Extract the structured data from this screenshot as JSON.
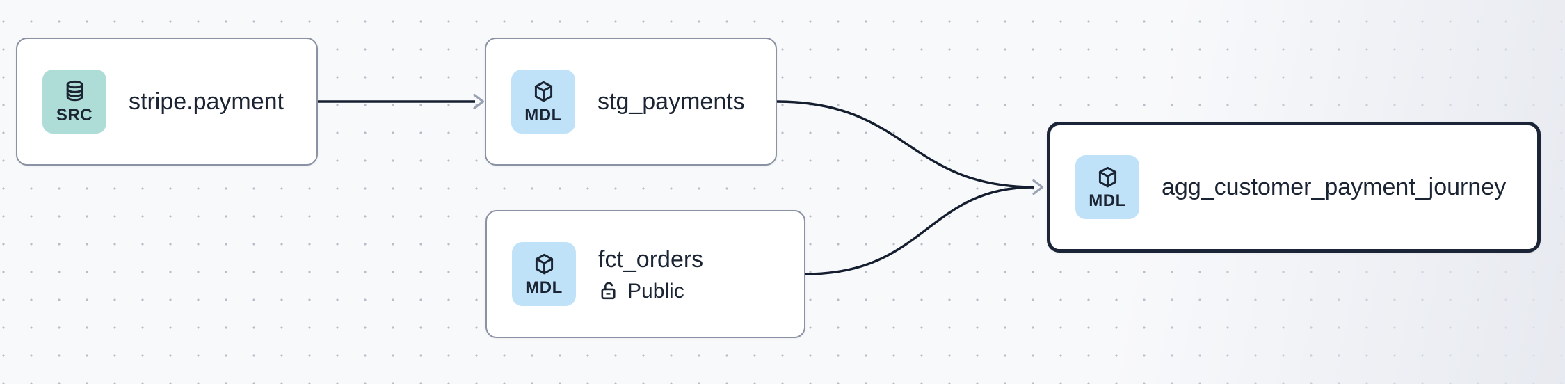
{
  "diagram": {
    "background_color": "#f8f9fb",
    "dot_color": "#b8bdc8",
    "edge_color": "#141e2f",
    "arrowhead_color": "#99a2b2",
    "node_border_color": "#8a92a3",
    "selected_node_border_color": "#1b2537",
    "text_color": "#1b2433",
    "badge_colors": {
      "SRC": "#aedcd7",
      "MDL": "#bfe2f8"
    }
  },
  "nodes": [
    {
      "label": "stripe.payment",
      "badge": "SRC",
      "type": "source",
      "icon": "database-icon",
      "selected": false
    },
    {
      "label": "stg_payments",
      "badge": "MDL",
      "type": "model",
      "icon": "cube-icon",
      "selected": false
    },
    {
      "label": "fct_orders",
      "badge": "MDL",
      "type": "model",
      "icon": "cube-icon",
      "access": "Public",
      "selected": false
    },
    {
      "label": "agg_customer_payment_journey",
      "badge": "MDL",
      "type": "model",
      "icon": "cube-icon",
      "selected": true
    }
  ],
  "edges": [
    {
      "from": "stripe.payment",
      "to": "stg_payments"
    },
    {
      "from": "stg_payments",
      "to": "agg_customer_payment_journey"
    },
    {
      "from": "fct_orders",
      "to": "agg_customer_payment_journey"
    }
  ]
}
